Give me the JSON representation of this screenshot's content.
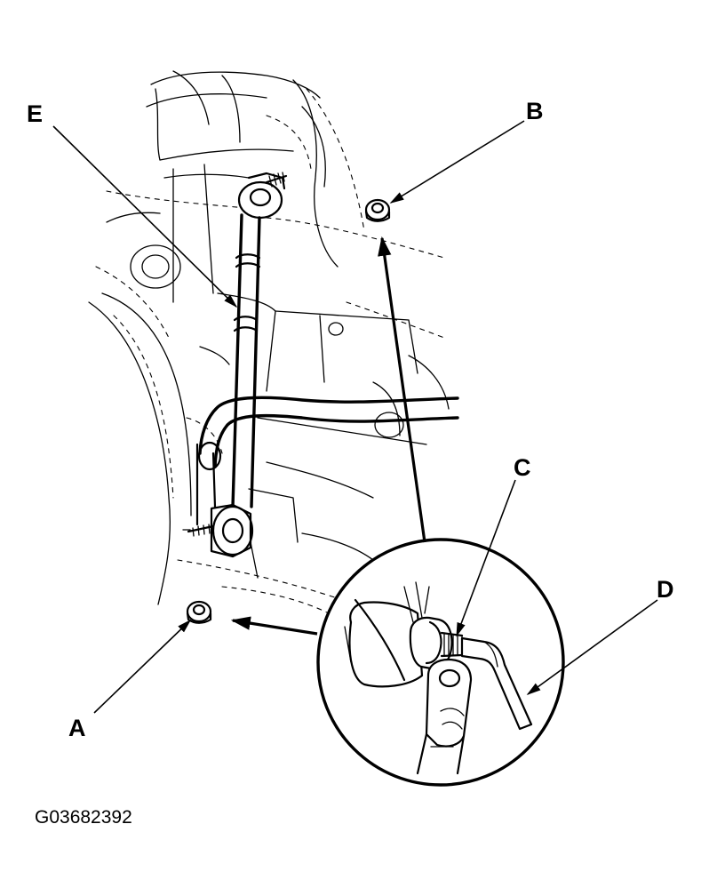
{
  "callouts": {
    "a": "A",
    "b": "B",
    "c": "C",
    "d": "D",
    "e": "E"
  },
  "figure_id": "G03682392"
}
